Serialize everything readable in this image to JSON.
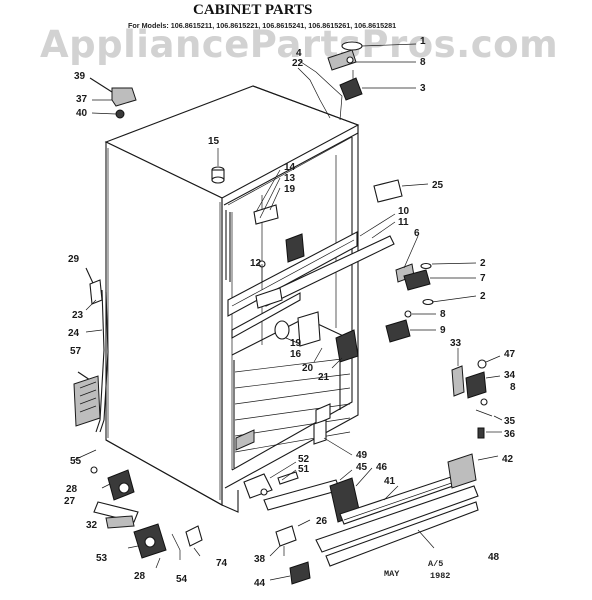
{
  "watermark": "AppliancePartsPros.com",
  "title": "CABINET PARTS",
  "models_line": "For Models: 106.8615211, 106.8615221, 106.8615241, 106.8615261, 106.8615281",
  "footer": {
    "mark": "A/5",
    "month": "MAY",
    "year": "1982"
  },
  "callouts": [
    {
      "id": "c1",
      "label": "1"
    },
    {
      "id": "c4",
      "label": "4"
    },
    {
      "id": "c22",
      "label": "22"
    },
    {
      "id": "c8a",
      "label": "8"
    },
    {
      "id": "c3",
      "label": "3"
    },
    {
      "id": "c39",
      "label": "39"
    },
    {
      "id": "c37",
      "label": "37"
    },
    {
      "id": "c40",
      "label": "40"
    },
    {
      "id": "c15",
      "label": "15"
    },
    {
      "id": "c14",
      "label": "14"
    },
    {
      "id": "c13",
      "label": "13"
    },
    {
      "id": "c19a",
      "label": "19"
    },
    {
      "id": "c25",
      "label": "25"
    },
    {
      "id": "c10",
      "label": "10"
    },
    {
      "id": "c11",
      "label": "11"
    },
    {
      "id": "c6",
      "label": "6"
    },
    {
      "id": "c2a",
      "label": "2"
    },
    {
      "id": "c7",
      "label": "7"
    },
    {
      "id": "c2b",
      "label": "2"
    },
    {
      "id": "c29",
      "label": "29"
    },
    {
      "id": "c12",
      "label": "12"
    },
    {
      "id": "c23",
      "label": "23"
    },
    {
      "id": "c24",
      "label": "24"
    },
    {
      "id": "c8b",
      "label": "8"
    },
    {
      "id": "c9",
      "label": "9"
    },
    {
      "id": "c19b",
      "label": "19"
    },
    {
      "id": "c16",
      "label": "16"
    },
    {
      "id": "c33",
      "label": "33"
    },
    {
      "id": "c57",
      "label": "57"
    },
    {
      "id": "c20",
      "label": "20"
    },
    {
      "id": "c21",
      "label": "21"
    },
    {
      "id": "c47",
      "label": "47"
    },
    {
      "id": "c34",
      "label": "34"
    },
    {
      "id": "c8c",
      "label": "8"
    },
    {
      "id": "c35",
      "label": "35"
    },
    {
      "id": "c36",
      "label": "36"
    },
    {
      "id": "c55",
      "label": "55"
    },
    {
      "id": "c49",
      "label": "49"
    },
    {
      "id": "c52",
      "label": "52"
    },
    {
      "id": "c51",
      "label": "51"
    },
    {
      "id": "c45",
      "label": "45"
    },
    {
      "id": "c46",
      "label": "46"
    },
    {
      "id": "c42",
      "label": "42"
    },
    {
      "id": "c28a",
      "label": "28"
    },
    {
      "id": "c27",
      "label": "27"
    },
    {
      "id": "c41",
      "label": "41"
    },
    {
      "id": "c32",
      "label": "32"
    },
    {
      "id": "c26",
      "label": "26"
    },
    {
      "id": "c53",
      "label": "53"
    },
    {
      "id": "c74",
      "label": "74"
    },
    {
      "id": "c38",
      "label": "38"
    },
    {
      "id": "c28b",
      "label": "28"
    },
    {
      "id": "c54",
      "label": "54"
    },
    {
      "id": "c48",
      "label": "48"
    },
    {
      "id": "c44",
      "label": "44"
    }
  ]
}
